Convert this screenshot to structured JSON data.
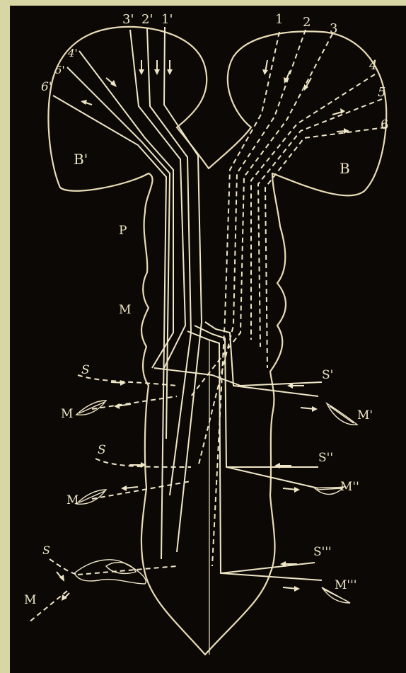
{
  "colors": {
    "paper": "#d9d6a6",
    "plate": "#0b0806",
    "ink": "#efe6c6"
  },
  "labels": {
    "fiber_left_3": "3'",
    "fiber_left_2": "2'",
    "fiber_left_1": "1'",
    "fiber_right_1": "1",
    "fiber_right_2": "2",
    "fiber_right_3": "3",
    "fiber_right_4": "4",
    "fiber_right_5": "5",
    "fiber_right_6": "6",
    "fiber_left_6": "6'",
    "fiber_left_5": "5'",
    "fiber_left_4": "4'",
    "hemisphere_left": "B'",
    "hemisphere_right": "B",
    "pons": "P",
    "medulla": "M",
    "sense_left_1": "S",
    "sense_right_1": "S'",
    "muscle_left_1": "M",
    "muscle_right_1": "M'",
    "sense_left_2": "S",
    "sense_right_2": "S''",
    "muscle_left_2": "M",
    "muscle_right_2": "M''",
    "sense_left_3": "S",
    "sense_right_3": "S'''",
    "muscle_left_3": "M",
    "muscle_right_3": "M'''"
  }
}
